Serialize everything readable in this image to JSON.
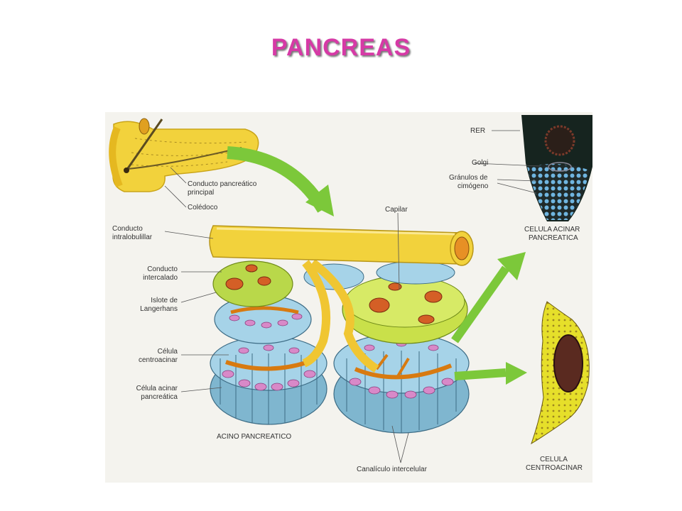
{
  "title": "PANCREAS",
  "labels": {
    "conducto_pancreatico_1": "Conducto pancreático",
    "conducto_pancreatico_2": "principal",
    "coledoco": "Colédoco",
    "conducto_intralobulillar_1": "Conducto",
    "conducto_intralobulillar_2": "intralobulillar",
    "conducto_intercalado_1": "Conducto",
    "conducto_intercalado_2": "intercalado",
    "islote_1": "Islote de",
    "islote_2": "Langerhans",
    "celula_centroacinar_1": "Célula",
    "celula_centroacinar_2": "centroacinar",
    "celula_acinar_1": "Célula acinar",
    "celula_acinar_2": "pancreática",
    "capilar": "Capilar",
    "acino": "ACINO PANCREATICO",
    "canaliculo": "Canalículo intercelular",
    "rer": "RER",
    "golgi": "Golgi",
    "granulos_1": "Gránulos de",
    "granulos_2": "cimógeno",
    "cel_acinar_caption_1": "CELULA ACINAR",
    "cel_acinar_caption_2": "PANCREATICA",
    "cel_centro_caption_1": "CELULA",
    "cel_centro_caption_2": "CENTROACINAR"
  }
}
